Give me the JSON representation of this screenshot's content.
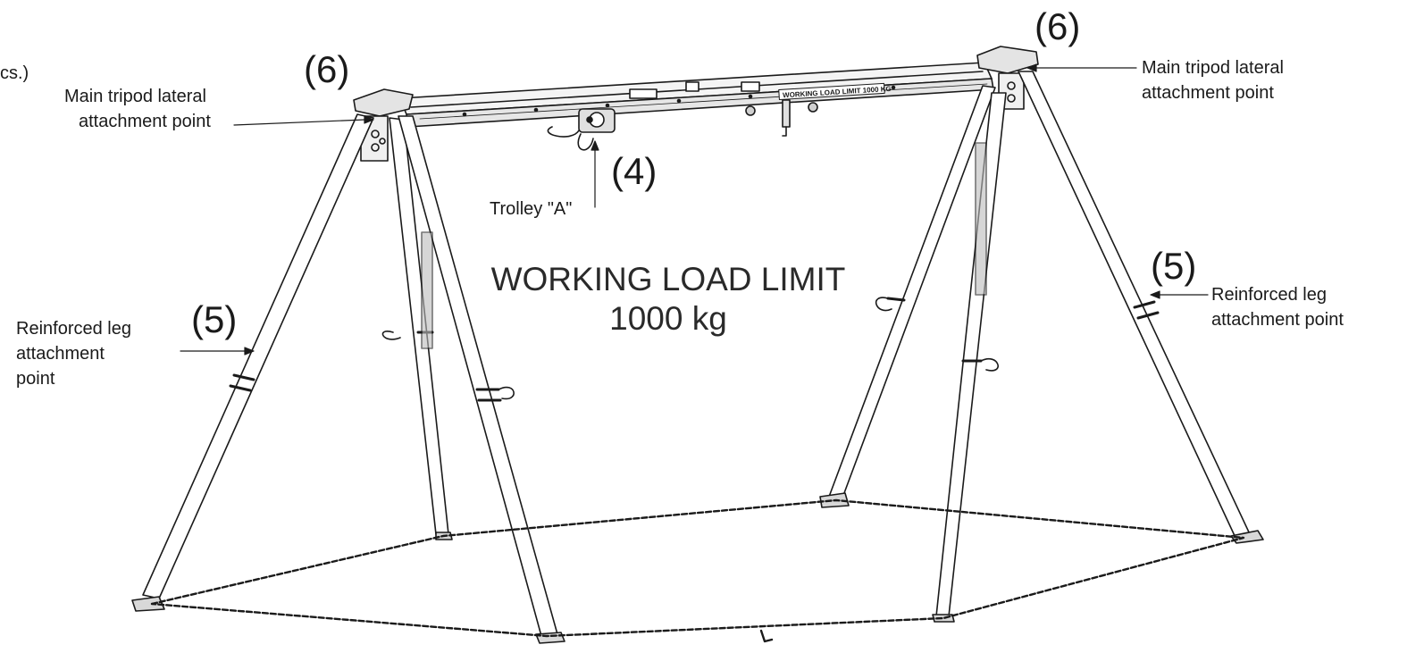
{
  "corner_fragment": "cs.)",
  "callouts": {
    "left_lateral": {
      "number": "(6)",
      "line1": "Main tripod lateral",
      "line2": "attachment point"
    },
    "right_lateral": {
      "number": "(6)",
      "line1": "Main tripod lateral",
      "line2": "attachment point"
    },
    "trolley": {
      "number": "(4)",
      "label": "Trolley \"A\""
    },
    "left_leg": {
      "number": "(5)",
      "line1": "Reinforced leg",
      "line2": "attachment",
      "line3": "point"
    },
    "right_leg": {
      "number": "(5)",
      "line1": "Reinforced leg",
      "line2": "attachment point"
    }
  },
  "center_label": {
    "line1": "WORKING LOAD LIMIT",
    "line2": "1000 kg"
  },
  "beam_plate": "WORKING LOAD LIMIT 1000 KG",
  "colors": {
    "line": "#1a1a1a",
    "background": "#ffffff"
  }
}
